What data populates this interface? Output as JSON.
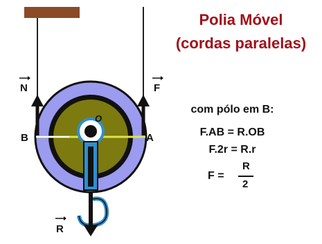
{
  "title": {
    "line1": "Polia Móvel",
    "line2": "(cordas paralelas)"
  },
  "labels": {
    "left_force": "N",
    "right_force": "F",
    "point_left": "B",
    "point_right": "A",
    "center": "O",
    "load_force": "R"
  },
  "equations": {
    "pole": "com pólo em B:",
    "eq1": "F.AB = R.OB",
    "eq2": "F.2r  = R.r",
    "eq3_lhs": "F =",
    "eq3_num": "R",
    "eq3_den": "2"
  },
  "colors": {
    "title": "#a0101a",
    "outer_ring": "#9b9bf0",
    "inner_disc": "#7d7a10",
    "hook": "#2e8fd0",
    "diameter_line": "#d8e84a",
    "ceiling": "#8a4b26"
  }
}
